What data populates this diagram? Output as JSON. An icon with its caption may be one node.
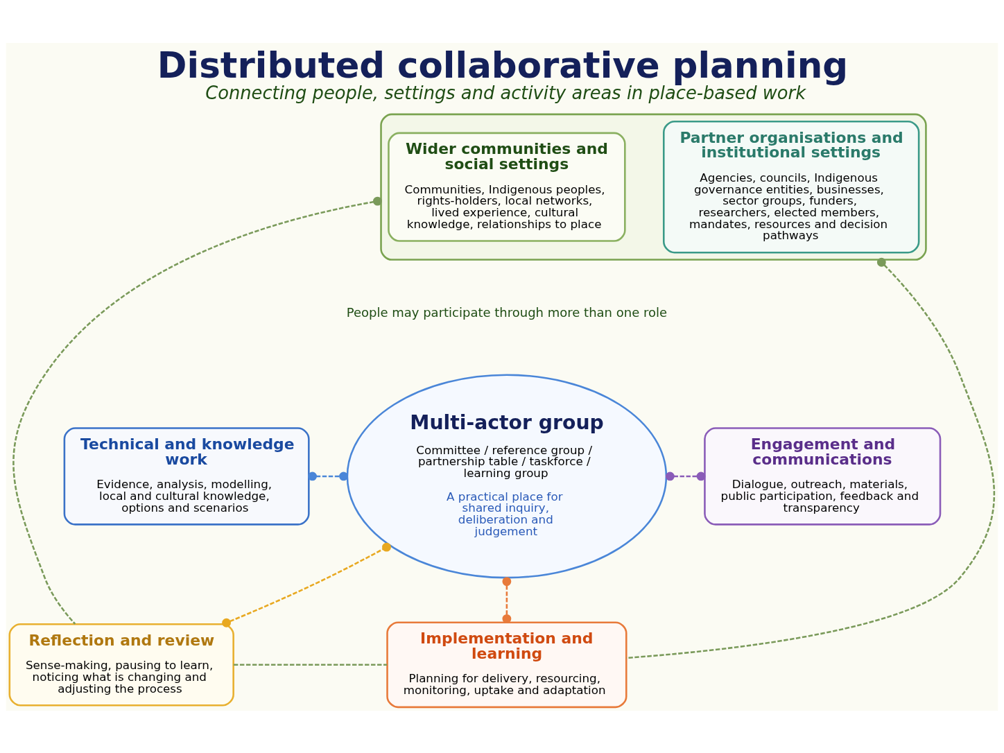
{
  "diagram": {
    "title": "Distributed collaborative planning",
    "caption": "Connecting people, settings and activity areas in place-based work",
    "nodes": [
      {
        "text": [],
        "shape": "box"
      },
      {
        "text": [
          "Wider communities and social settings",
          "Communities, Indigenous peoples, rights-holders, local networks, lived experience, cultural knowledge, relationships to place"
        ],
        "in": 0
      },
      {
        "text": [
          "Partner organisations and institutional settings",
          "Agencies, councils, Indigenous governance entities, businesses, sector groups, funders, researchers, elected members, mandates, resources and decision pathways"
        ],
        "in": 0
      },
      {
        "text": [
          "Technical and knowledge work",
          "Evidence, analysis, modelling, local and cultural knowledge, options and scenarios"
        ]
      },
      {
        "text": [
          "Multi-actor group",
          "Committee / reference group / partnership table / taskforce / learning group",
          "A practical place for shared inquiry, deliberation and judgement"
        ]
      },
      {
        "text": [
          "Engagement and communications",
          "Dialogue, outreach, materials, public participation, feedback and transparency"
        ]
      },
      {
        "text": [
          "Reflection and review",
          "Sense-making, pausing to learn, noticing what is changing and adjusting the process"
        ]
      },
      {
        "text": [
          "Implementation and learning",
          "Planning for delivery, resourcing, monitoring, uptake and adaptation"
        ]
      }
    ],
    "edges": [
      {
        "from": 3,
        "to": 4,
        "arrow": "other",
        "style": "dashed",
        "color": "#4a86d8"
      },
      {
        "from": 4,
        "to": 5,
        "arrow": "other",
        "style": "dashed",
        "color": "#8a5cb8"
      },
      {
        "from": 6,
        "to": 4,
        "arrow": "other",
        "style": "dashed",
        "color": "#e8a820"
      },
      {
        "from": 4,
        "to": 7,
        "arrow": "other",
        "style": "dashed",
        "color": "#e87a3a"
      },
      {
        "from": 0,
        "to": 6,
        "arrow": "other",
        "style": "dashed",
        "color": "#7a9a5a"
      },
      {
        "from": 0,
        "to": 7,
        "arrow": "other",
        "style": "dashed",
        "color": "#7a9a5a"
      },
      {
        "from": 6,
        "to": 7,
        "arrow": "none",
        "style": "dashed",
        "color": "#7a9a5a"
      }
    ],
    "labels": [
      "People may participate through more than one role"
    ]
  }
}
